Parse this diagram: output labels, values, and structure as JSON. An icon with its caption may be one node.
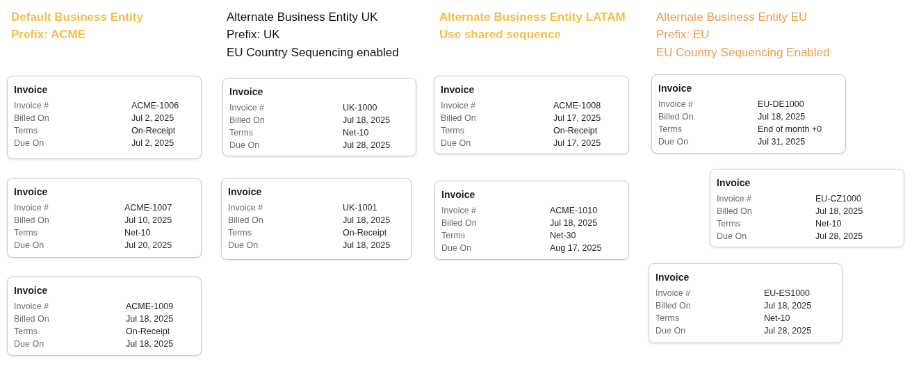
{
  "diagram": {
    "nodes": [
      {
        "text": [
          "Invoice",
          "Invoice #",
          "ACME-1006",
          "Billed On",
          "Jul 2, 2025",
          "Terms",
          "On-Receipt",
          "Due On",
          "Jul 2, 2025"
        ]
      },
      {
        "text": [
          "Invoice",
          "Invoice #",
          "ACME-1007",
          "Billed On",
          "Jul 10, 2025",
          "Terms",
          "Net-10",
          "Due On",
          "Jul 20, 2025"
        ]
      },
      {
        "text": [
          "Invoice",
          "Invoice #",
          "ACME-1009",
          "Billed On",
          "Jul 18, 2025",
          "Terms",
          "On-Receipt",
          "Due On",
          "Jul 18, 2025"
        ]
      },
      {
        "text": [
          "Invoice",
          "Invoice #",
          "UK-1000",
          "Billed On",
          "Jul 18, 2025",
          "Terms",
          "Net-10",
          "Due On",
          "Jul 28, 2025"
        ]
      },
      {
        "text": [
          "Invoice",
          "Invoice #",
          "UK-1001",
          "Billed On",
          "Jul 18, 2025",
          "Terms",
          "On-Receipt",
          "Due On",
          "Jul 18, 2025"
        ]
      },
      {
        "text": [
          "Invoice",
          "Invoice #",
          "ACME-1008",
          "Billed On",
          "Jul 17, 2025",
          "Terms",
          "On-Receipt",
          "Due On",
          "Jul 17, 2025"
        ]
      },
      {
        "text": [
          "Invoice",
          "Invoice #",
          "ACME-1010",
          "Billed On",
          "Jul 18, 2025",
          "Terms",
          "Net-30",
          "Due On",
          "Aug 17, 2025"
        ]
      },
      {
        "text": [
          "Invoice",
          "Invoice #",
          "EU-DE1000",
          "Billed On",
          "Jul 18, 2025",
          "Terms",
          "End of month +0",
          "Due On",
          "Jul 31, 2025"
        ]
      },
      {
        "text": [
          "Invoice",
          "Invoice #",
          "EU-CZ1000",
          "Billed On",
          "Jul 18, 2025",
          "Terms",
          "Net-10",
          "Due On",
          "Jul 28, 2025"
        ]
      },
      {
        "text": [
          "Invoice",
          "Invoice #",
          "EU-ES1000",
          "Billed On",
          "Jul 18, 2025",
          "Terms",
          "Net-10",
          "Due On",
          "Jul 28, 2025"
        ]
      }
    ],
    "labels": [
      "Default Business Entity",
      "Prefix: ACME",
      "Alternate Business Entity UK",
      "Prefix: UK",
      "EU Country Sequencing enabled",
      "Alternate Business Entity LATAM",
      "Use shared sequence",
      "Alternate Business Entity EU",
      "Prefix: EU",
      "EU Country Sequencing Enabled"
    ]
  }
}
